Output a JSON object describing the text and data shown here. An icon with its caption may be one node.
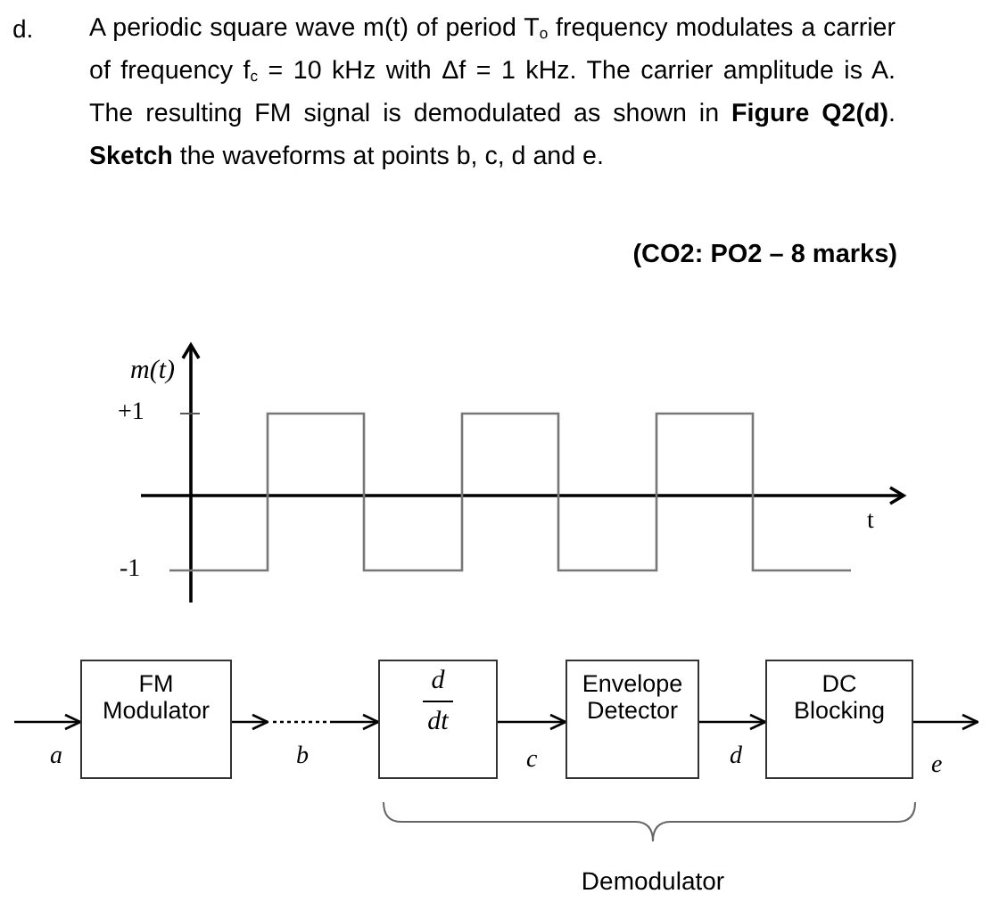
{
  "diagram": {
    "nodes": [
      {
        "text": [
          "FM Modulator"
        ]
      },
      {
        "text": [
          "d",
          "dt"
        ]
      },
      {
        "text": [
          "Envelope Detector"
        ]
      },
      {
        "text": [
          "DC Blocking"
        ]
      }
    ],
    "edges": [
      {
        "from": null,
        "to": 0,
        "arrow": "to"
      },
      {
        "from": 0,
        "to": 1,
        "arrow": "to",
        "style": "dashed"
      },
      {
        "from": 1,
        "to": 2,
        "arrow": "to"
      },
      {
        "from": 2,
        "to": 3,
        "arrow": "to"
      },
      {
        "from": 3,
        "to": null,
        "arrow": "to"
      }
    ],
    "labels": [
      "d.",
      "A periodic square wave m(t) of period T$_{o}$ frequency modulates a carrier of frequency f$_{c}$ = 10 kHz with Δf = 1 kHz. The carrier amplitude is A. The resulting FM signal is demodulated as shown in **Figure Q2(d)**. **Sketch** the waveforms at points b, c, d and e.",
      "(CO2: PO2 – 8 marks)",
      "m(t)",
      "+1",
      "t",
      "-1",
      "a",
      "b",
      "c",
      "d",
      "e",
      "Demodulator"
    ]
  }
}
